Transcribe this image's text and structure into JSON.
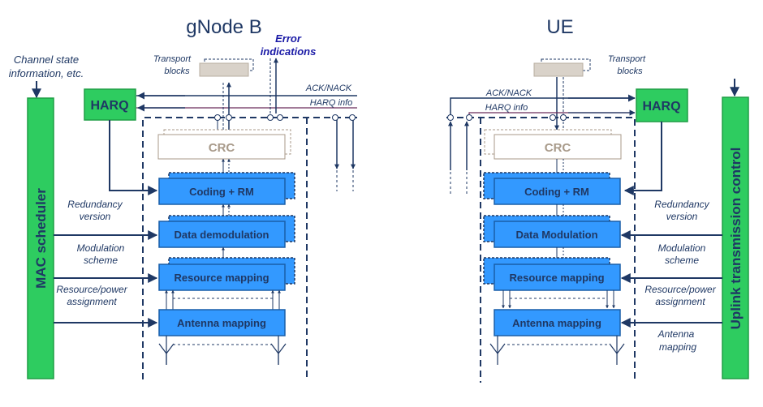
{
  "titles": {
    "gnb": "gNode B",
    "ue": "UE"
  },
  "gnb": {
    "channel_state": [
      "Channel state",
      "information, etc."
    ],
    "mac_scheduler": "MAC scheduler",
    "transport_blocks": [
      "Transport",
      "blocks"
    ],
    "error_indications": [
      "Error",
      "indications"
    ],
    "harq": "HARQ",
    "ack_nack": "ACK/NACK",
    "harq_info": "HARQ info",
    "crc": "CRC",
    "coding_rm": "Coding + RM",
    "data_demod": "Data demodulation",
    "resource_mapping": "Resource mapping",
    "antenna_mapping": "Antenna mapping",
    "redundancy_version": [
      "Redundancy",
      "version"
    ],
    "modulation_scheme": [
      "Modulation",
      "scheme"
    ],
    "resource_power": [
      "Resource/power",
      "assignment"
    ]
  },
  "ue": {
    "transport_blocks": [
      "Transport",
      "blocks"
    ],
    "ack_nack": "ACK/NACK",
    "harq_info": "HARQ info",
    "harq": "HARQ",
    "crc": "CRC",
    "coding_rm": "Coding + RM",
    "data_mod": "Data Modulation",
    "resource_mapping": "Resource mapping",
    "antenna_mapping": "Antenna mapping",
    "uplink_control": "Uplink transmission control",
    "redundancy_version": [
      "Redundancy",
      "version"
    ],
    "modulation_scheme": [
      "Modulation",
      "scheme"
    ],
    "resource_power": [
      "Resource/power",
      "assignment"
    ],
    "antenna_mapping_label": [
      "Antenna",
      "mapping"
    ]
  },
  "colors": {
    "green": "#2ecc60",
    "green_border": "#1f9e45",
    "blue": "#3399ff",
    "blue_border": "#1a5fa8",
    "navy": "#1f3864",
    "grey_block": "#d9d2c9",
    "crc_text": "#a89a8a",
    "error_blue": "#1a1aa6"
  }
}
